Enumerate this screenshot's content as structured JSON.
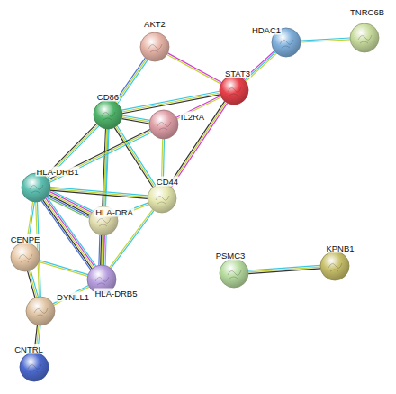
{
  "diagram": {
    "nodes": [
      {
        "text": [
          "AKT2"
        ]
      },
      {
        "text": [
          "TNRC6B"
        ]
      },
      {
        "text": [
          "HDAC1"
        ]
      },
      {
        "text": [
          "STAT3"
        ]
      },
      {
        "text": [
          "CD86"
        ]
      },
      {
        "text": [
          "IL2RA"
        ]
      },
      {
        "text": [
          "HLA-DRB1"
        ]
      },
      {
        "text": [
          "CD44"
        ]
      },
      {
        "text": [
          "HLA-DRA"
        ]
      },
      {
        "text": [
          "CENPE"
        ]
      },
      {
        "text": [
          "PSMC3"
        ]
      },
      {
        "text": [
          "KPNB1"
        ]
      },
      {
        "text": [
          "HLA-DRB5"
        ]
      },
      {
        "text": [
          "DYNLL1"
        ]
      },
      {
        "text": [
          "CNTRL"
        ]
      }
    ],
    "edges": [
      {
        "from": 0,
        "to": 4,
        "arrow": "none"
      },
      {
        "from": 0,
        "to": 3,
        "arrow": "none"
      },
      {
        "from": 4,
        "to": 3,
        "arrow": "none"
      },
      {
        "from": 4,
        "to": 5,
        "arrow": "none"
      },
      {
        "from": 4,
        "to": 6,
        "arrow": "none"
      },
      {
        "from": 4,
        "to": 8,
        "arrow": "none"
      },
      {
        "from": 4,
        "to": 7,
        "arrow": "none"
      },
      {
        "from": 4,
        "to": 12,
        "arrow": "none"
      },
      {
        "from": 5,
        "to": 3,
        "arrow": "none"
      },
      {
        "from": 5,
        "to": 7,
        "arrow": "none"
      },
      {
        "from": 5,
        "to": 6,
        "arrow": "none"
      },
      {
        "from": 3,
        "to": 7,
        "arrow": "none"
      },
      {
        "from": 3,
        "to": 2,
        "arrow": "none"
      },
      {
        "from": 2,
        "to": 1,
        "arrow": "none"
      },
      {
        "from": 6,
        "to": 8,
        "arrow": "none"
      },
      {
        "from": 6,
        "to": 12,
        "arrow": "none"
      },
      {
        "from": 6,
        "to": 7,
        "arrow": "none"
      },
      {
        "from": 6,
        "to": 9,
        "arrow": "none"
      },
      {
        "from": 6,
        "to": 13,
        "arrow": "none"
      },
      {
        "from": 8,
        "to": 12,
        "arrow": "none"
      },
      {
        "from": 8,
        "to": 7,
        "arrow": "none"
      },
      {
        "from": 7,
        "to": 12,
        "arrow": "none"
      },
      {
        "from": 9,
        "to": 13,
        "arrow": "none"
      },
      {
        "from": 9,
        "to": 12,
        "arrow": "none"
      },
      {
        "from": 13,
        "to": 12,
        "arrow": "none"
      },
      {
        "from": 13,
        "to": 14,
        "arrow": "none"
      },
      {
        "from": 10,
        "to": 11,
        "arrow": "none"
      }
    ]
  }
}
